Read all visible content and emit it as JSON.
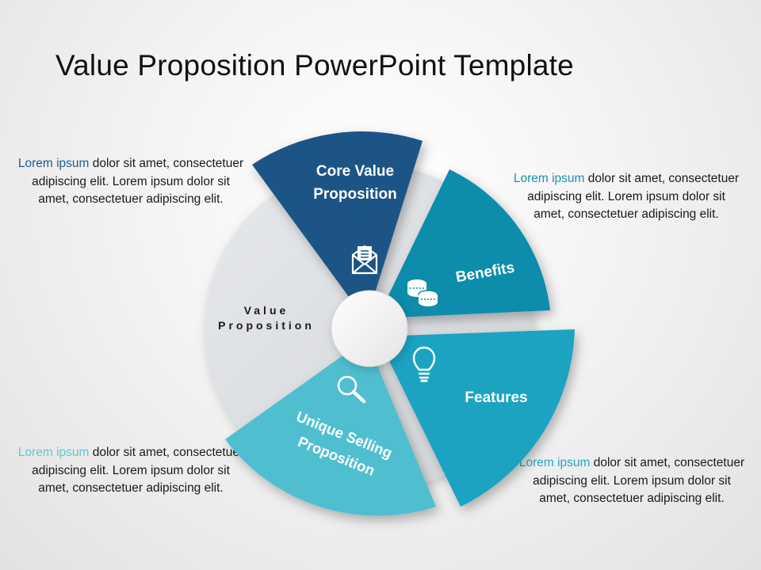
{
  "slide": {
    "title": "Value Proposition PowerPoint Template",
    "colors": {
      "core_value": "#1B5585",
      "benefits": "#0A8CAB",
      "features": "#1BA3C2",
      "usp": "#4FBFD0",
      "base": "#DDE0E4",
      "center": "#F2F2F2",
      "highlight_dark": "#1F5C8C",
      "highlight_mid": "#1E90AE",
      "highlight_light": "#69C2CF"
    }
  },
  "wheel": {
    "center_label_line1": "Value",
    "center_label_line2": "Proposition",
    "segments": [
      {
        "id": "core-value",
        "label_line1": "Core Value",
        "label_line2": "Proposition",
        "icon": "envelope-document-icon"
      },
      {
        "id": "benefits",
        "label_line1": "Benefits",
        "icon": "coins-icon"
      },
      {
        "id": "features",
        "label_line1": "Features",
        "icon": "lightbulb-icon"
      },
      {
        "id": "usp",
        "label_line1": "Unique Selling",
        "label_line2": "Proposition",
        "icon": "magnifier-icon"
      }
    ]
  },
  "descriptions": {
    "top_left": {
      "highlight": "Lorem ipsum",
      "text": " dolor sit amet, consectetuer adipiscing elit.  Lorem ipsum dolor sit amet, consectetuer adipiscing elit."
    },
    "top_right": {
      "highlight": "Lorem ipsum",
      "text": " dolor sit amet, consectetuer adipiscing elit.  Lorem ipsum dolor sit amet, consectetuer adipiscing elit."
    },
    "bottom_left": {
      "highlight": "Lorem ipsum",
      "text": " dolor sit amet, consectetuer adipiscing elit.  Lorem ipsum dolor sit amet, consectetuer adipiscing elit."
    },
    "bottom_right": {
      "highlight": "Lorem ipsum",
      "text": " dolor sit amet, consectetuer adipiscing elit.  Lorem ipsum dolor sit amet, consectetuer adipiscing elit."
    }
  }
}
